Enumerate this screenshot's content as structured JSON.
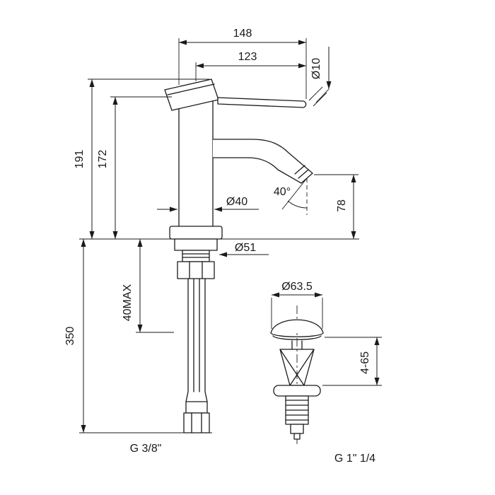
{
  "colors": {
    "background": "#ffffff",
    "line": "#1a1a1a"
  },
  "dims": {
    "width_total": "148",
    "width_spout": "123",
    "lever_diameter": "Ø10",
    "height_total": "191",
    "height_body": "172",
    "body_diameter": "Ø40",
    "spout_angle": "40°",
    "spout_height": "78",
    "base_diameter": "Ø51",
    "deck_max": "40MAX",
    "hose_length": "350",
    "cap_diameter": "Ø63.5",
    "waste_range": "4-65",
    "inlet_thread": "G 3/8\"",
    "waste_thread": "G 1\" 1/4"
  }
}
